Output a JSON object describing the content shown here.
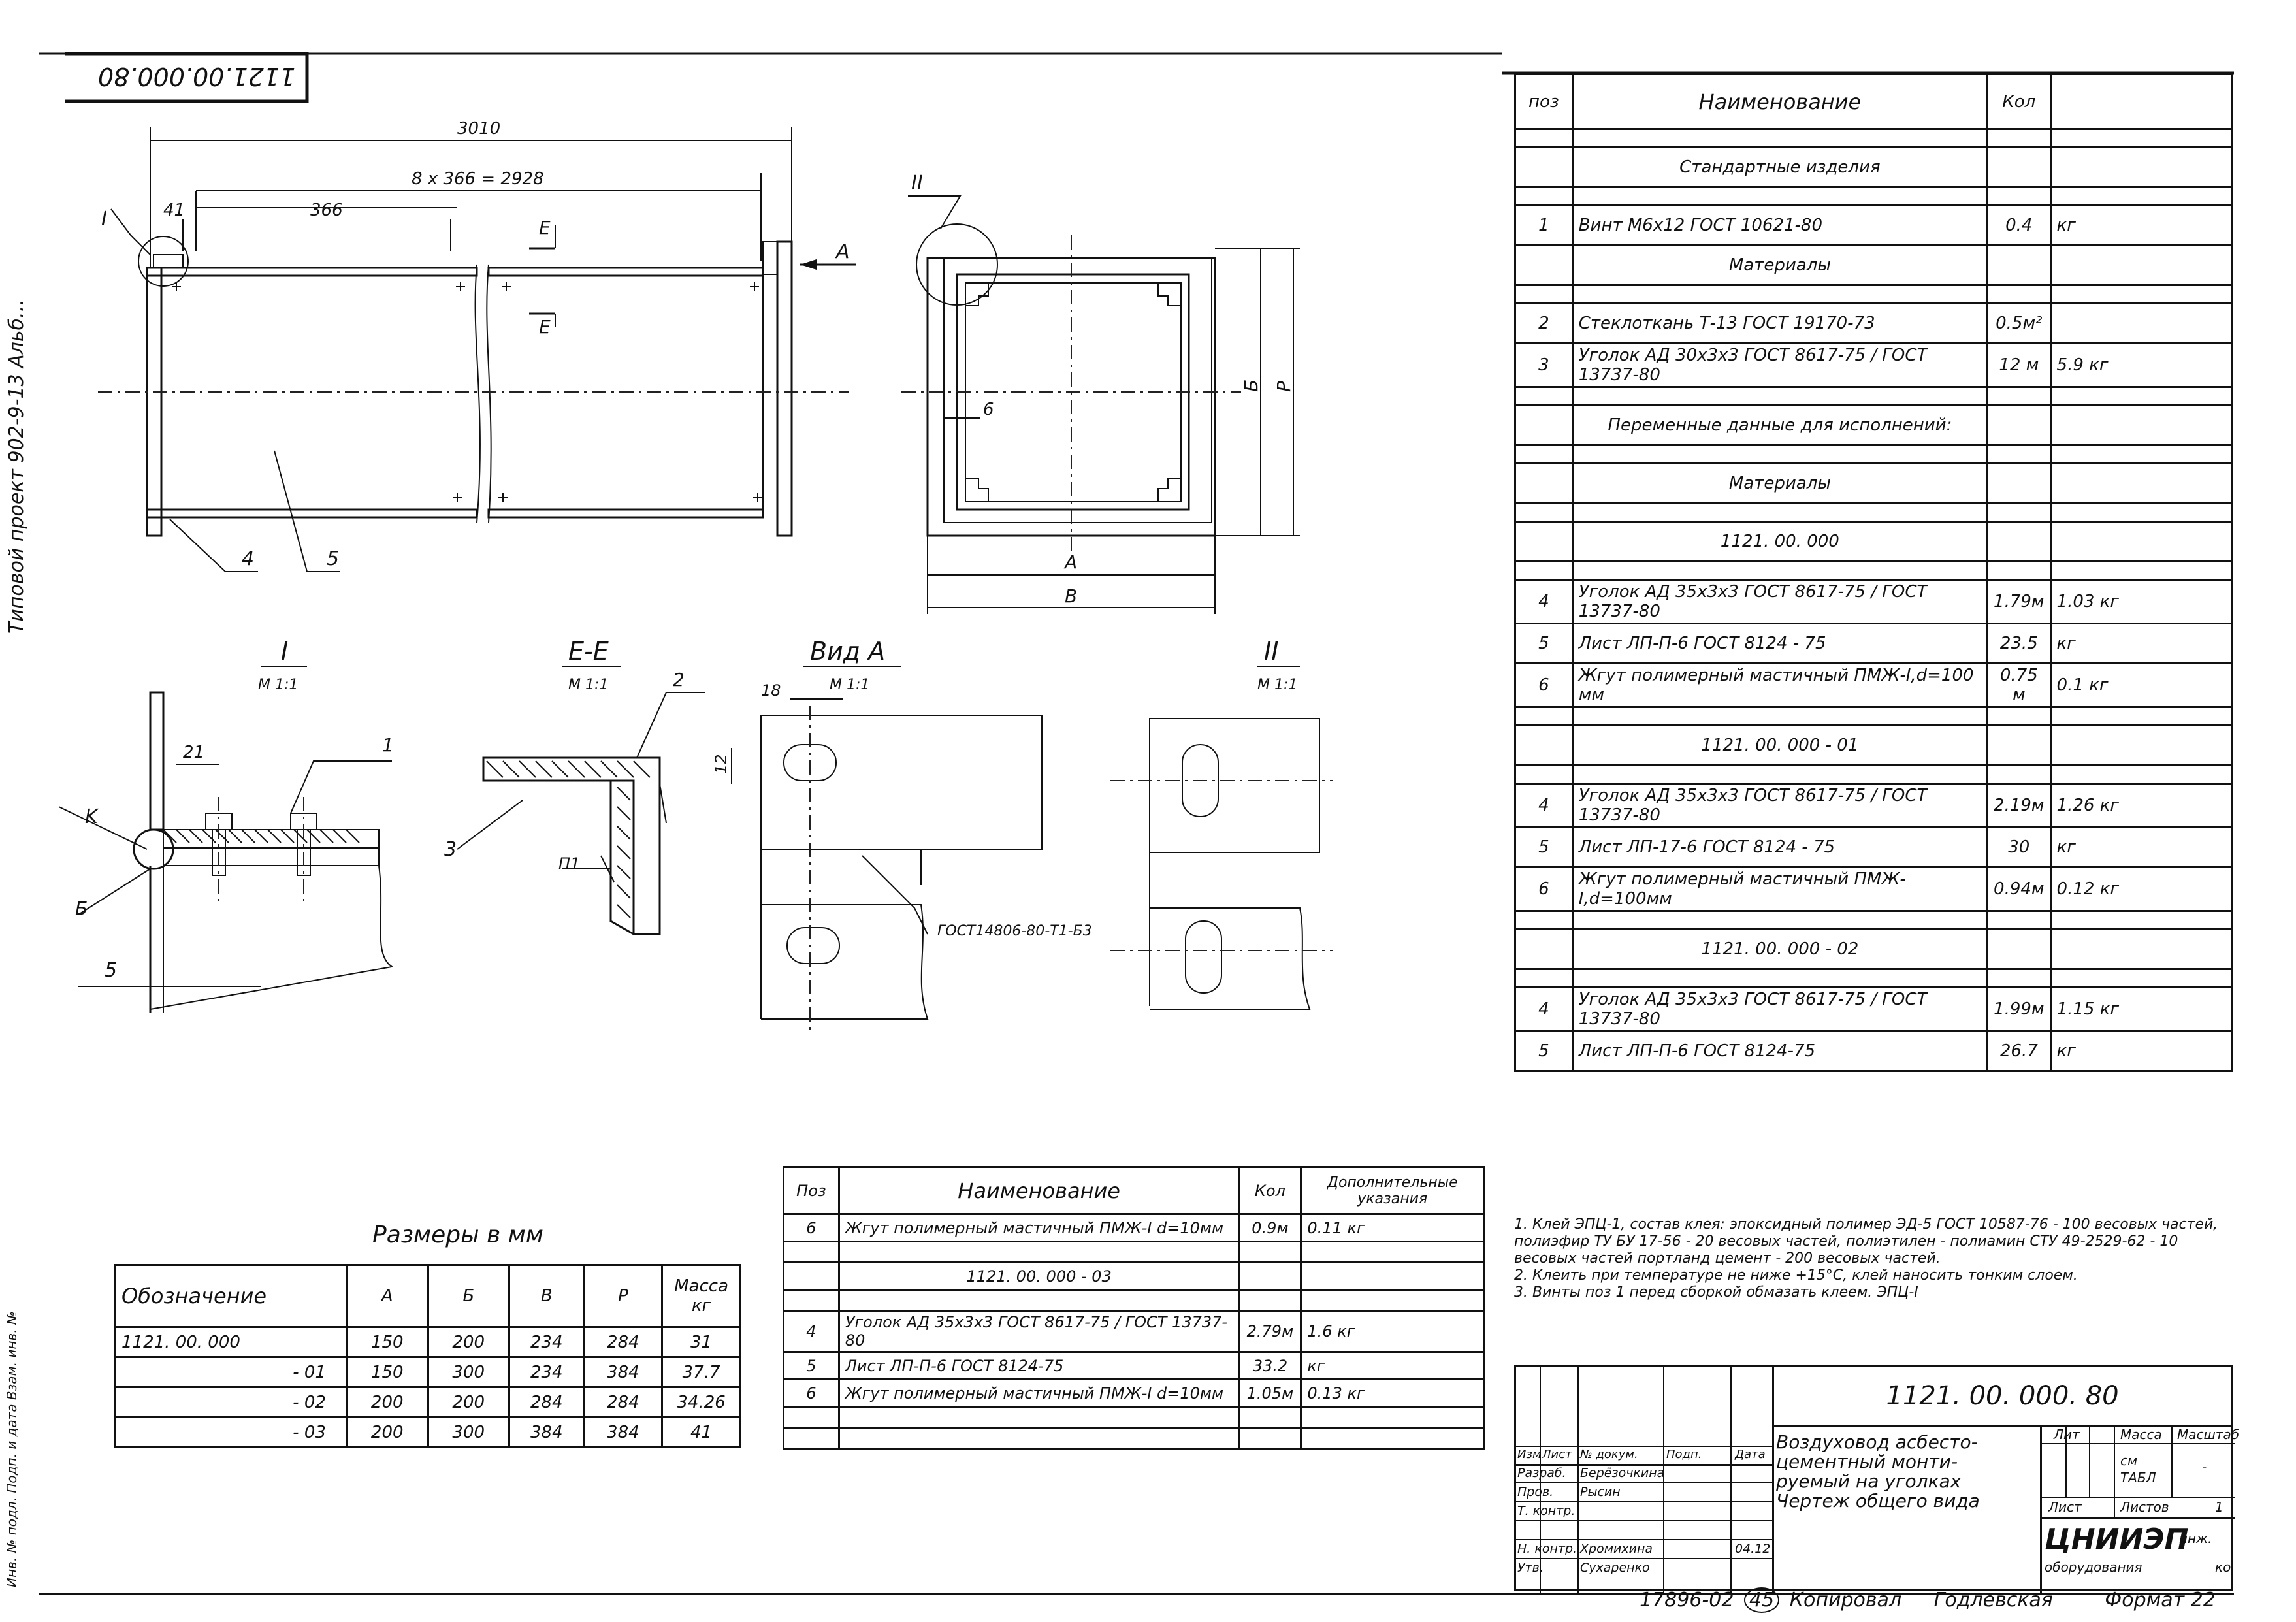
{
  "sheet": {
    "corner_code": "1121.00.000.80",
    "left_margin": "Типовой   проект   902-9-13   Альб...",
    "left_stamp_labels": "Инв. № подл.   Подп. и дата   Взам. инв. №",
    "bottom_copy": "17896-02",
    "bottom_page": "45",
    "bottom_copy_by": "Копировал",
    "bottom_copier": "Годлевская",
    "bottom_format": "Формат 22"
  },
  "drawing": {
    "dim_3010": "3010",
    "dim_8x366": "8 x 366 = 2928",
    "dim_41": "41",
    "dim_366": "366",
    "label_I": "I",
    "label_II": "II",
    "label_E": "E",
    "label_A": "A",
    "dim_B": "Б",
    "dim_R": "Р",
    "dim_A": "А",
    "dim_Vv": "В",
    "pos_4": "4",
    "pos_5": "5",
    "pos_1": "1",
    "pos_2": "2",
    "pos_3": "3",
    "pos_6": "6",
    "label_K": "K",
    "dim_21": "21",
    "dim_18": "18",
    "dim_12": "12",
    "label_P1": "П1",
    "weld_note": "ГОСТ14806-80-Т1-Б3",
    "section_I_title": "I",
    "section_I_scale": "М 1:1",
    "section_EE_title": "Е-Е",
    "section_EE_scale": "М 1:1",
    "section_VA_title": "Вид А",
    "section_VA_scale": "М 1:1",
    "section_II_title": "II",
    "section_II_scale": "М 1:1"
  },
  "spec_main": {
    "headers": [
      "поз",
      "Наименование",
      "Кол",
      ""
    ],
    "rows": [
      [
        "",
        "",
        "",
        ""
      ],
      [
        "",
        "Стандартные   изделия",
        "",
        ""
      ],
      [
        "",
        "",
        "",
        ""
      ],
      [
        "1",
        "Винт  М6х12  ГОСТ 10621-80",
        "0.4",
        "кг"
      ],
      [
        "",
        "Материалы",
        "",
        ""
      ],
      [
        "",
        "",
        "",
        ""
      ],
      [
        "2",
        "Стеклоткань  Т-13  ГОСТ 19170-73",
        "0.5м²",
        ""
      ],
      [
        "3",
        "Уголок АД 30х3х3  ГОСТ 8617-75 / ГОСТ 13737-80",
        "12 м",
        "5.9 кг"
      ],
      [
        "",
        "",
        "",
        ""
      ],
      [
        "",
        "Переменные  данные для  исполнений:",
        "",
        ""
      ],
      [
        "",
        "",
        "",
        ""
      ],
      [
        "",
        "Материалы",
        "",
        ""
      ],
      [
        "",
        "",
        "",
        ""
      ],
      [
        "",
        "1121. 00. 000",
        "",
        ""
      ],
      [
        "",
        "",
        "",
        ""
      ],
      [
        "4",
        "Уголок АД 35х3х3  ГОСТ 8617-75 / ГОСТ 13737-80",
        "1.79м",
        "1.03 кг"
      ],
      [
        "5",
        "Лист  ЛП-П-6  ГОСТ 8124 - 75",
        "23.5",
        "кг"
      ],
      [
        "6",
        "Жгут  полимерный  мастичный  ПМЖ-I,d=100 мм",
        "0.75 м",
        "0.1 кг"
      ],
      [
        "",
        "",
        "",
        ""
      ],
      [
        "",
        "1121. 00. 000 - 01",
        "",
        ""
      ],
      [
        "",
        "",
        "",
        ""
      ],
      [
        "4",
        "Уголок  АД 35х3х3  ГОСТ 8617-75 / ГОСТ 13737-80",
        "2.19м",
        "1.26 кг"
      ],
      [
        "5",
        "Лист  ЛП-17-6  ГОСТ 8124 - 75",
        "30",
        "кг"
      ],
      [
        "6",
        "Жгут  полимерный  мастичный  ПМЖ-I,d=100мм",
        "0.94м",
        "0.12 кг"
      ],
      [
        "",
        "",
        "",
        ""
      ],
      [
        "",
        "1121. 00. 000 - 02",
        "",
        ""
      ],
      [
        "",
        "",
        "",
        ""
      ],
      [
        "4",
        "Уголок АД 35х3х3  ГОСТ 8617-75 / ГОСТ 13737-80",
        "1.99м",
        "1.15 кг"
      ],
      [
        "5",
        "Лист  ЛП-П-6  ГОСТ  8124-75",
        "26.7",
        "кг"
      ]
    ]
  },
  "notes": [
    "1. Клей ЭПЦ-1, состав клея: эпоксидный полимер ЭД-5 ГОСТ 10587-76 - 100 весовых частей, полиэфир ТУ БУ 17-56 - 20 весовых частей, полиэтилен - полиамин СТУ 49-2529-62 - 10 весовых частей портланд цемент - 200 весовых частей.",
    "2. Клеить при температуре не ниже +15°С, клей наносить тонким слоем.",
    "3. Винты поз 1 перед сборкой обмазать клеем. ЭПЦ-I"
  ],
  "spec_secondary": {
    "headers": [
      "Поз",
      "Наименование",
      "Кол",
      "Дополнительные указания"
    ],
    "rows": [
      [
        "6",
        "Жгут  полимерный  мастичный  ПМЖ-I d=10мм",
        "0.9м",
        "0.11 кг"
      ],
      [
        "",
        "",
        "",
        ""
      ],
      [
        "",
        "1121. 00. 000 - 03",
        "",
        ""
      ],
      [
        "",
        "",
        "",
        ""
      ],
      [
        "4",
        "Уголок  АД 35х3х3  ГОСТ 8617-75 / ГОСТ 13737-80",
        "2.79м",
        "1.6 кг"
      ],
      [
        "5",
        "Лист  ЛП-П-6  ГОСТ  8124-75",
        "33.2",
        "кг"
      ],
      [
        "6",
        "Жгут  полимерный  мастичный  ПМЖ-I d=10мм",
        "1.05м",
        "0.13 кг"
      ],
      [
        "",
        "",
        "",
        ""
      ],
      [
        "",
        "",
        "",
        ""
      ]
    ]
  },
  "sizes_table": {
    "caption": "Размеры в мм",
    "headers": [
      "Обозначение",
      "А",
      "Б",
      "В",
      "Р",
      "Масса кг"
    ],
    "rows": [
      [
        "1121. 00. 000",
        "150",
        "200",
        "234",
        "284",
        "31"
      ],
      [
        "- 01",
        "150",
        "300",
        "234",
        "384",
        "37.7"
      ],
      [
        "- 02",
        "200",
        "200",
        "284",
        "284",
        "34.26"
      ],
      [
        "- 03",
        "200",
        "300",
        "384",
        "384",
        "41"
      ]
    ]
  },
  "title_block": {
    "doc_code": "1121. 00. 000. 80",
    "name_line1": "Воздуховод   асбесто-",
    "name_line2": "цементный   монти-",
    "name_line3": "руемый  на  уголках",
    "name_line4": "Чертеж общего  вида",
    "col_izm": "Изм",
    "col_list": "Лист",
    "col_ndok": "№ докум.",
    "col_podp": "Подп.",
    "col_data": "Дата",
    "role_razrab": "Разраб.",
    "role_prov": "Пров.",
    "role_tkontr": "Т. контр.",
    "role_nkontr": "Н. контр.",
    "role_utv": "Утв.",
    "name_razrab": "Берёзочкина",
    "name_prov": "Рысин",
    "name_nkontr": "Хромихина",
    "name_utv": "Сухаренко",
    "date_nkontr": "04.12",
    "lit_label": "Лит",
    "mass_label": "Масса",
    "scale_label": "Масштаб",
    "mass_value": "см ТАБЛ",
    "scale_value": "-",
    "sheet_label": "Лист",
    "sheets_label": "Листов",
    "sheets_value": "1",
    "org_name": "ЦНИИЭП",
    "org_sub1": "инж.",
    "org_sub2": "оборудования",
    "org_sub3": "ко"
  }
}
